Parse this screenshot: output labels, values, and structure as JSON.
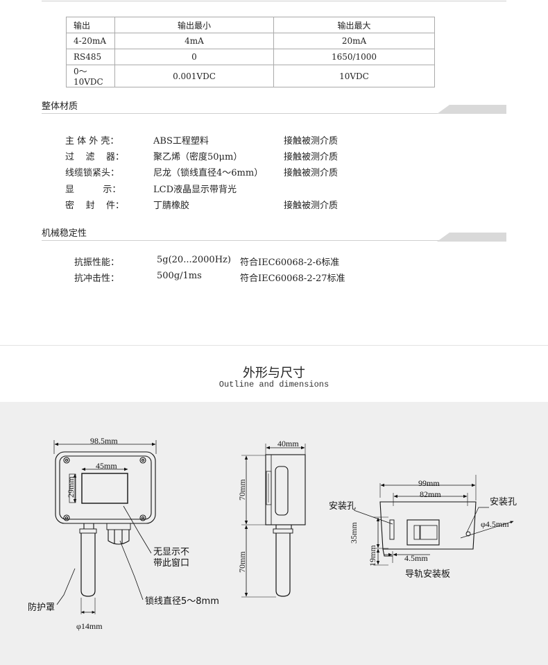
{
  "output_table": {
    "headers": [
      "输出",
      "输出最小",
      "输出最大"
    ],
    "rows": [
      [
        "4-20mA",
        "4mA",
        "20mA"
      ],
      [
        "RS485",
        "0",
        "1650/1000"
      ],
      [
        "0～10VDC",
        "0.001VDC",
        "10VDC"
      ]
    ]
  },
  "materials": {
    "title": "整体材质",
    "rows": [
      {
        "label": "主 体 外 壳：",
        "value": "ABS工程塑料",
        "note": "接触被测介质"
      },
      {
        "label": "过    滤    器：",
        "value": "聚乙烯（密度50μm）",
        "note": "接触被测介质"
      },
      {
        "label": "线缆锁紧头：",
        "value": "尼龙（锁线直径4～6mm）",
        "note": "接触被测介质"
      },
      {
        "label": "显          示：",
        "value": "LCD液晶显示带背光",
        "note": ""
      },
      {
        "label": "密    封    件：",
        "value": "丁腈橡胶",
        "note": "接触被测介质"
      }
    ]
  },
  "mechanical": {
    "title": "机械稳定性",
    "rows": [
      {
        "label": "抗振性能：",
        "value": "5g(20...2000Hz)",
        "note": "符合IEC60068-2-6标准"
      },
      {
        "label": "抗冲击性：",
        "value": "500g/1ms",
        "note": "符合IEC60068-2-27标准"
      }
    ]
  },
  "outline": {
    "title": "外形与尺寸",
    "subtitle": "Outline and dimensions"
  },
  "drawing": {
    "front": {
      "width_label": "98.5mm",
      "window_width_label": "45mm",
      "window_height_label": "29mm",
      "no_display_note_1": "无显示不",
      "no_display_note_2": "带此窗口",
      "protective_cover": "防护罩",
      "probe_diameter": "φ14mm",
      "cable_lock": "锁线直径5～8mm"
    },
    "side": {
      "depth_label": "40mm",
      "upper_height_label": "70mm",
      "lower_height_label": "70mm"
    },
    "rail": {
      "outer_width_label": "99mm",
      "inner_width_label": "82mm",
      "hole_left_label": "安装孔",
      "hole_right_label": "安装孔",
      "hole_diameter_label": "φ4.5mm",
      "height_label": "35mm",
      "offset_label": "19mm",
      "gap_label": "4.5mm",
      "plate_label": "导轨安装板"
    }
  }
}
